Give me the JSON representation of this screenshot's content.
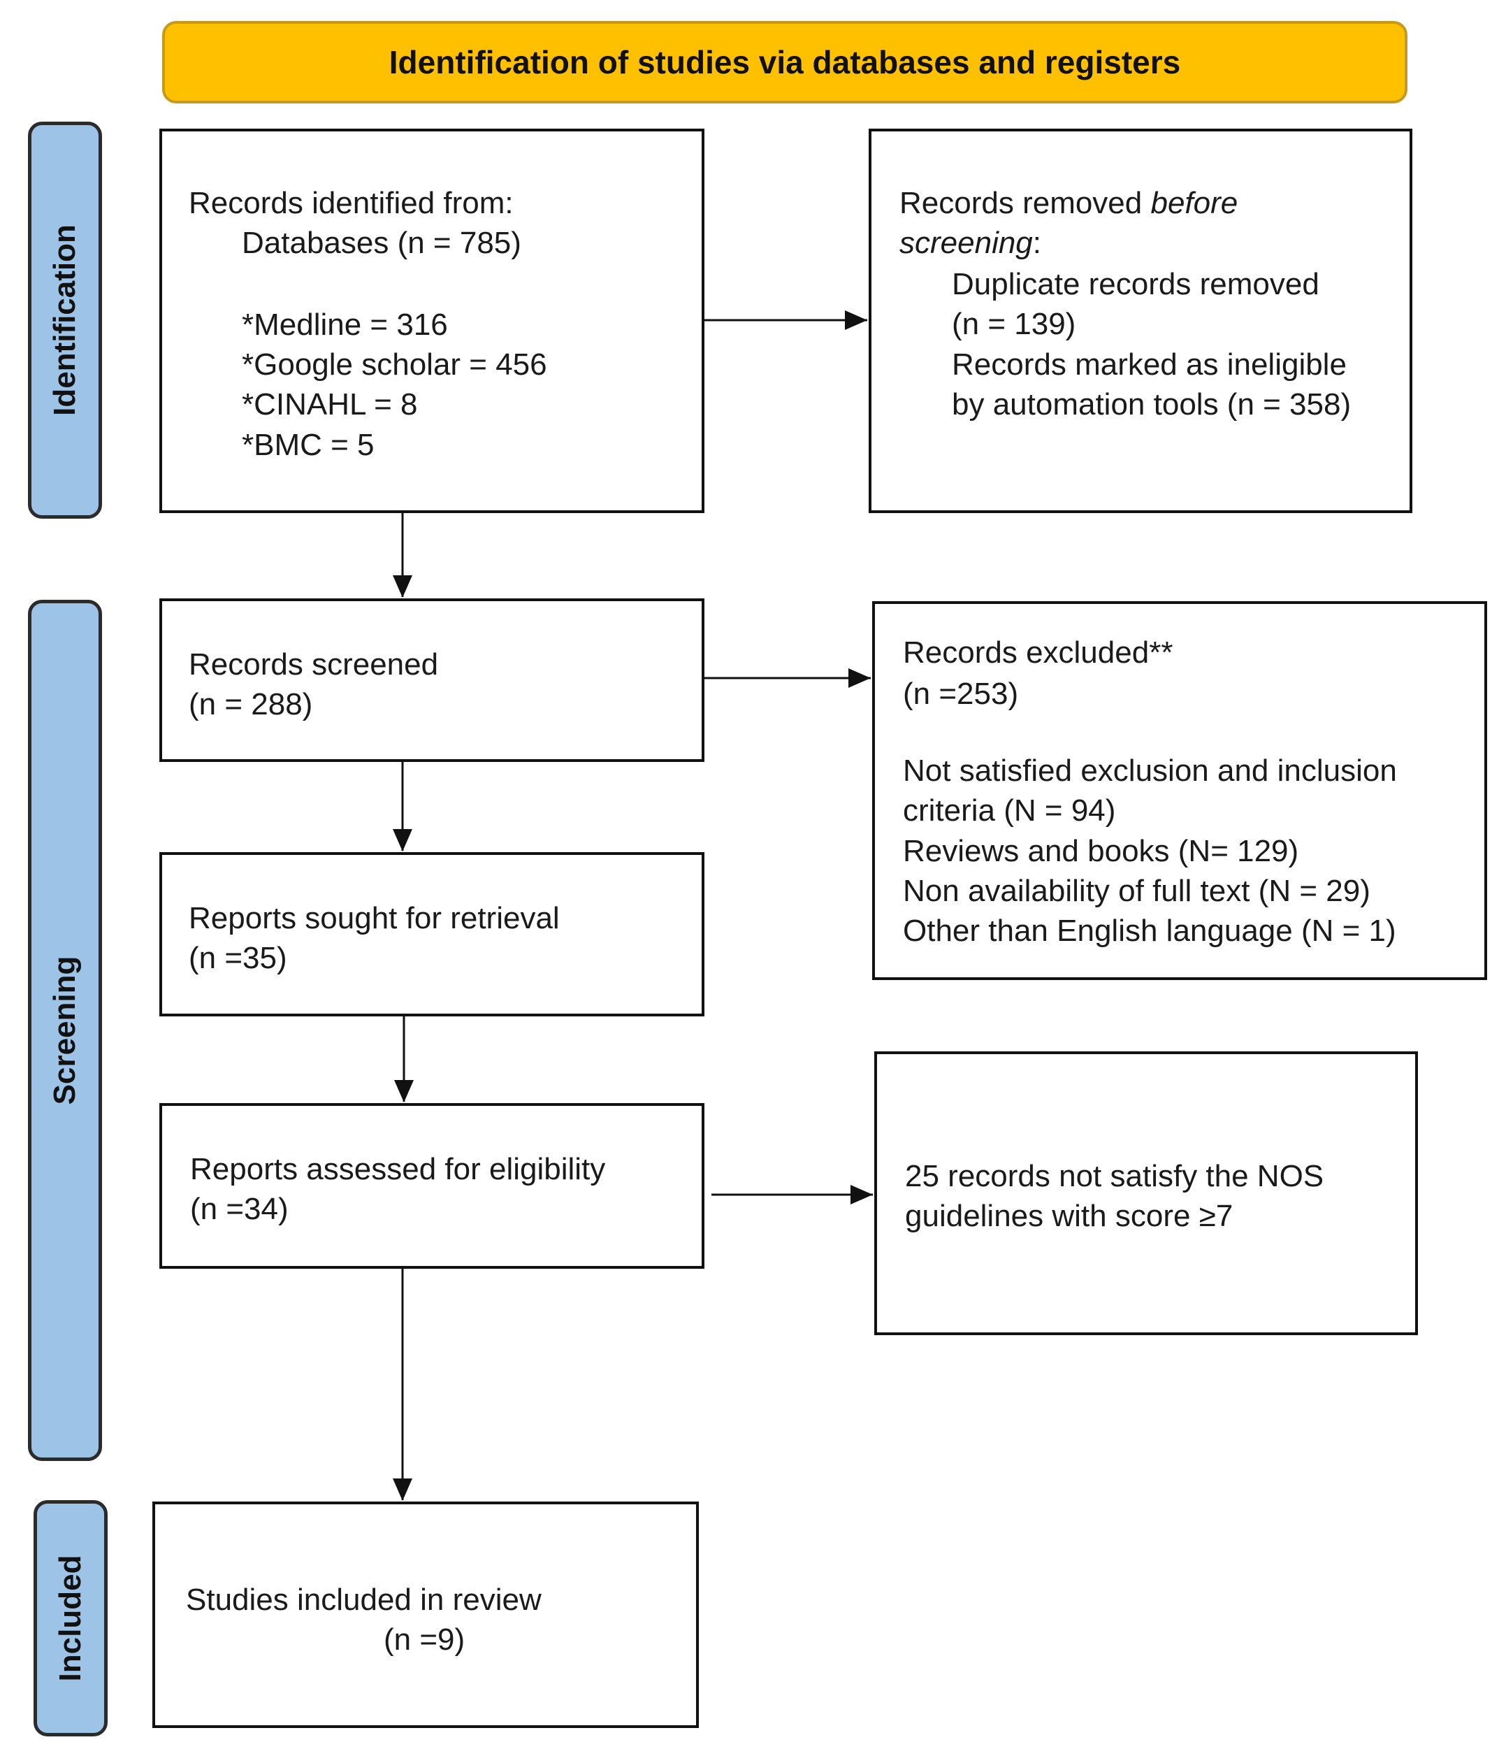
{
  "banner": {
    "title": "Identification of studies via databases and registers"
  },
  "phases": {
    "identification": "Identification",
    "screening": "Screening",
    "included": "Included"
  },
  "boxes": {
    "records_identified": {
      "heading": "Records identified from:",
      "databases": "Databases (n = 785)",
      "sources": [
        "*Medline = 316",
        "*Google scholar = 456",
        "*CINAHL = 8",
        "*BMC = 5"
      ]
    },
    "records_removed": {
      "line1_prefix": "Records removed ",
      "line1_italic": "before",
      "line2_italic": "screening",
      "line2_suffix": ":",
      "duplicate": "Duplicate records removed",
      "duplicate_n": "(n = 139)",
      "ineligible": "Records marked as ineligible",
      "ineligible_n": "by automation tools (n = 358)"
    },
    "records_screened": {
      "label": "Records screened",
      "n": "(n = 288)"
    },
    "records_excluded": {
      "label": "Records excluded**",
      "n": "(n =253)",
      "reasons": [
        "Not satisfied exclusion and inclusion",
        "criteria (N = 94)",
        "Reviews and books (N= 129)",
        "Non availability of full text (N = 29)",
        "Other than English language (N = 1)"
      ]
    },
    "reports_sought": {
      "label": "Reports sought for retrieval",
      "n": "(n =35)"
    },
    "reports_assessed": {
      "label": "Reports assessed for eligibility",
      "n": "(n =34)"
    },
    "nos_excluded": {
      "line1": "25 records not satisfy the NOS",
      "line2": "guidelines with score ≥7"
    },
    "studies_included": {
      "label": "Studies included in review",
      "n": "(n =9)"
    }
  }
}
